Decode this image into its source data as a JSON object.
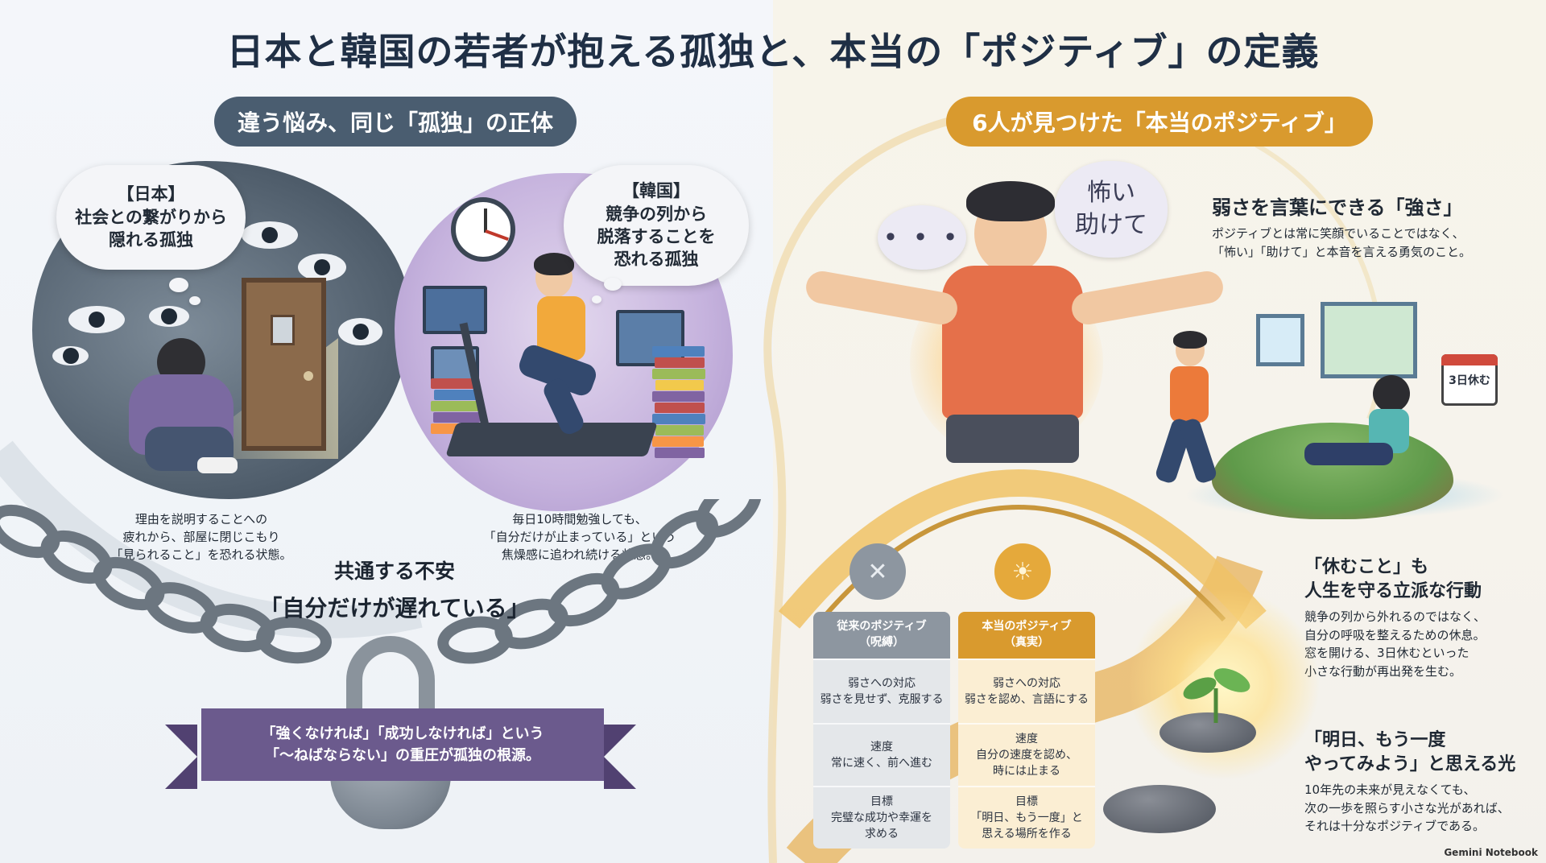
{
  "title": "日本と韓国の若者が抱える孤独と、本当の「ポジティブ」の定義",
  "left_section": {
    "pill": "違う悩み、同じ「孤独」の正体",
    "japan": {
      "bubble_line1": "【日本】",
      "bubble_line2": "社会との繋がりから",
      "bubble_line3": "隠れる孤独",
      "caption_line1": "理由を説明することへの",
      "caption_line2": "疲れから、部屋に閉じこもり",
      "caption_line3": "「見られること」を恐れる状態。"
    },
    "korea": {
      "bubble_line1": "【韓国】",
      "bubble_line2": "競争の列から",
      "bubble_line3": "脱落することを",
      "bubble_line4": "恐れる孤独",
      "caption_line1": "毎日10時間勉強しても、",
      "caption_line2": "「自分だけが止まっている」という",
      "caption_line3": "焦燥感に追われ続ける状態。"
    },
    "common_line1": "共通する不安",
    "common_line2": "「自分だけが遅れている」",
    "banner_line1": "「強くなければ」「成功しなければ」という",
    "banner_line2": "「〜ねばならない」の重圧が孤独の根源。"
  },
  "right_section": {
    "pill": "6人が見つけた「本当のポジティブ」",
    "speech_dots": "• • •",
    "speech_line1": "怖い",
    "speech_line2": "助けて",
    "block1": {
      "title": "弱さを言葉にできる「強さ」",
      "body_line1": "ポジティブとは常に笑顔でいることではなく、",
      "body_line2": "「怖い」「助けて」と本音を言える勇気のこと。"
    },
    "calendar_label": "3日休む",
    "block2": {
      "title_line1": "「休むこと」も",
      "title_line2": "人生を守る立派な行動",
      "body_line1": "競争の列から外れるのではなく、",
      "body_line2": "自分の呼吸を整えるための休息。",
      "body_line3": "窓を開ける、3日休むといった",
      "body_line4": "小さな行動が再出発を生む。"
    },
    "block3": {
      "title_line1": "「明日、もう一度",
      "title_line2": "やってみよう」と思える光",
      "body_line1": "10年先の未来が見えなくても、",
      "body_line2": "次の一歩を照らす小さな光があれば、",
      "body_line3": "それは十分なポジティブである。"
    },
    "comparison": {
      "old": {
        "head_line1": "従来のポジティブ",
        "head_line2": "（呪縛）",
        "row1_line1": "弱さへの対応",
        "row1_line2": "弱さを見せず、克服する",
        "row2_line1": "速度",
        "row2_line2": "常に速く、前へ進む",
        "row3_line1": "目標",
        "row3_line2": "完璧な成功や幸運を",
        "row3_line3": "求める"
      },
      "new": {
        "head_line1": "本当のポジティブ",
        "head_line2": "（真実）",
        "row1_line1": "弱さへの対応",
        "row1_line2": "弱さを認め、言語にする",
        "row2_line1": "速度",
        "row2_line2": "自分の速度を認め、",
        "row2_line3": "時には止まる",
        "row3_line1": "目標",
        "row3_line2": "「明日、もう一度」と",
        "row3_line3": "思える場所を作る"
      }
    }
  },
  "footer": "Gemini Notebook",
  "colors": {
    "pill_left": "#4a5d70",
    "pill_right": "#d99a2e",
    "banner": "#6b5a8d",
    "title": "#1f2f45"
  },
  "icons": [
    "eye-icon",
    "clock-icon",
    "door-icon",
    "chain-icon",
    "padlock-icon",
    "sun-icon",
    "broken-icon",
    "calendar-icon",
    "seedling-icon"
  ]
}
